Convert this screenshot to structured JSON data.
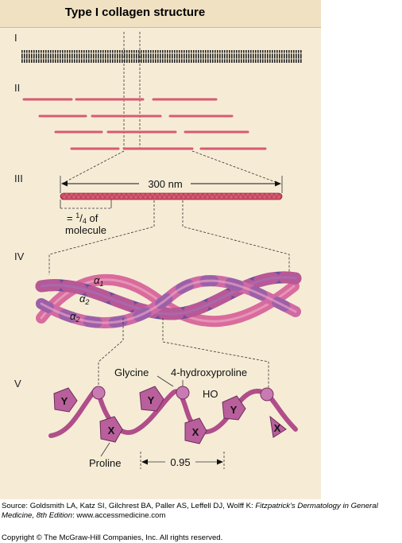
{
  "title": "Type I collagen structure",
  "levels": [
    "I",
    "II",
    "III",
    "IV",
    "V"
  ],
  "level3": {
    "length_label": "300 nm",
    "quarter_prefix": "= ",
    "quarter_sup": "1",
    "quarter_slash": "/",
    "quarter_sub": "4",
    "quarter_suffix": " of",
    "quarter_line2": "molecule"
  },
  "level4": {
    "chain1_greek": "α",
    "chain1_sub": "1",
    "chain2_greek": "α",
    "chain2_sub": "2",
    "chain3_greek": "α",
    "chain3_sub": "2"
  },
  "level5": {
    "glycine": "Glycine",
    "hydroxyproline": "4-hydroxyproline",
    "ho": "HO",
    "proline": "Proline",
    "spacing": "0.95",
    "residue_y": "Y",
    "residue_x": "X"
  },
  "source": {
    "prefix": "Source: Goldsmith LA, Katz SI, Gilchrest BA, Paller AS, Leffell DJ, Wolff K: ",
    "book": "Fitzpatrick's Dermatology in General Medicine, 8th Edition",
    "suffix": ": www.accessmedicine.com"
  },
  "copyright": "Copyright © The McGraw-Hill Companies, Inc. All rights reserved.",
  "colors": {
    "panel": "#f6ecd6",
    "title_bar": "#efe1c2",
    "rod": "#d85a72",
    "helix_blue": "#6d4f9e",
    "helix_pink": "#d36fa0",
    "residue": "#b85f9c"
  }
}
